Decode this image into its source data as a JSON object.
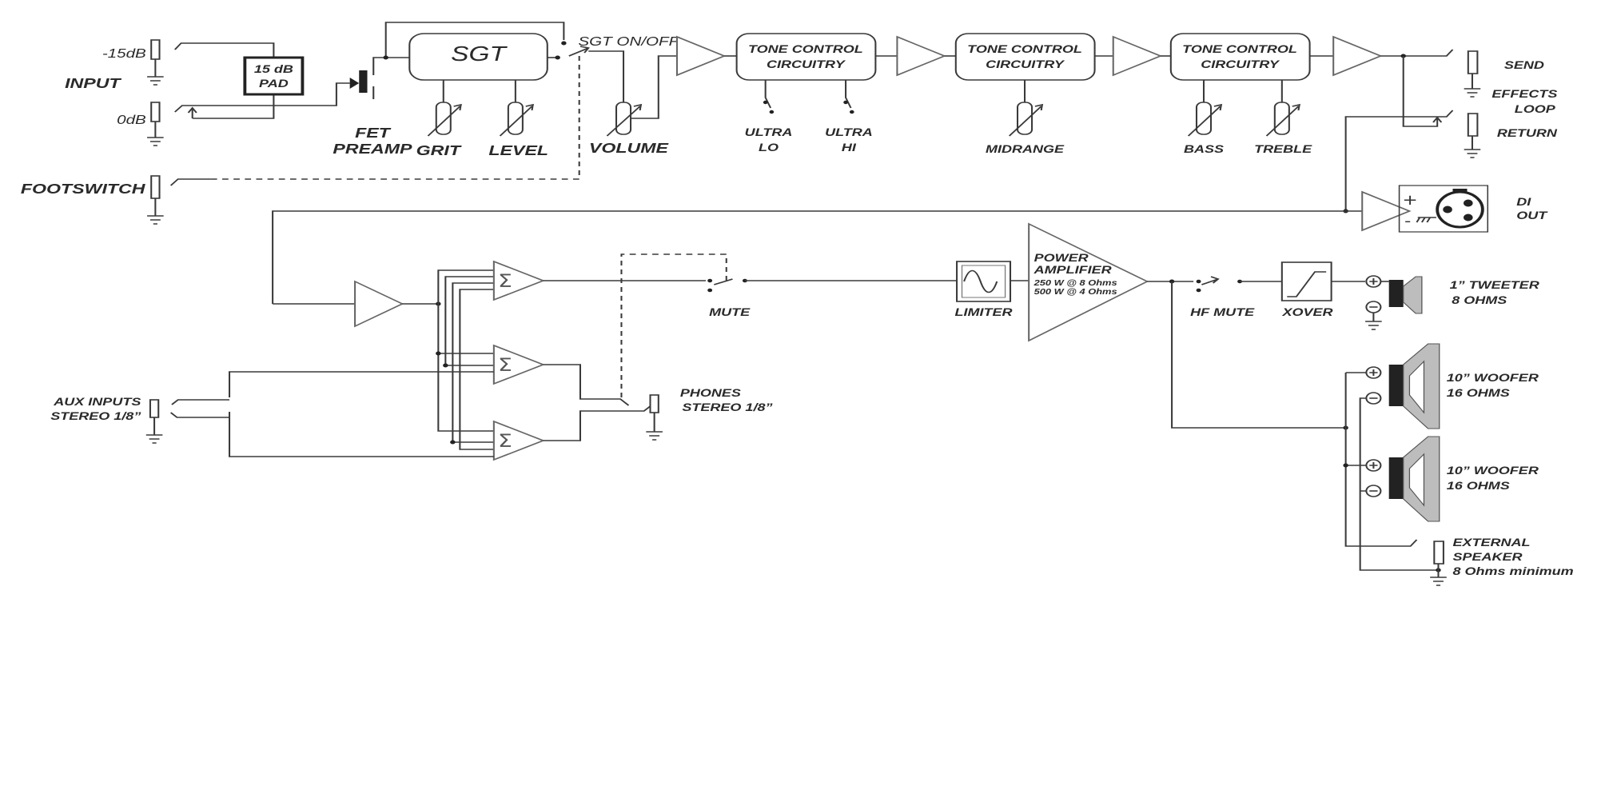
{
  "labels": {
    "input": "INPUT",
    "minus15db": "-15dB",
    "zerodb": "0dB",
    "pad_line1": "15 dB",
    "pad_line2": "PAD",
    "sgt": "SGT",
    "sgt_onoff": "SGT ON/OFF",
    "fet_line1": "FET",
    "fet_line2": "PREAMP",
    "grit": "GRIT",
    "level": "LEVEL",
    "volume": "VOLUME",
    "footswitch": "FOOTSWITCH",
    "tone_line1": "TONE CONTROL",
    "tone_line2": "CIRCUITRY",
    "ultra_lo_line1": "ULTRA",
    "ultra_lo_line2": "LO",
    "ultra_hi_line1": "ULTRA",
    "ultra_hi_line2": "HI",
    "midrange": "MIDRANGE",
    "bass": "BASS",
    "treble": "TREBLE",
    "send": "SEND",
    "effects_line1": "EFFECTS",
    "effects_line2": "LOOP",
    "return": "RETURN",
    "di_line1": "DI",
    "di_line2": "OUT",
    "mute": "MUTE",
    "limiter": "LIMITER",
    "power_line1": "POWER",
    "power_line2": "AMPLIFIER",
    "power_line3": "250 W @ 8 Ohms",
    "power_line4": "500 W @ 4 Ohms",
    "hf_mute": "HF MUTE",
    "xover": "XOVER",
    "tweeter_line1": "1” TWEETER",
    "tweeter_line2": "8 OHMS",
    "woofer1_line1": "10” WOOFER",
    "woofer1_line2": "16 OHMS",
    "woofer2_line1": "10” WOOFER",
    "woofer2_line2": "16 OHMS",
    "ext_line1": "EXTERNAL",
    "ext_line2": "SPEAKER",
    "ext_line3": "8 Ohms minimum",
    "aux_line1": "AUX INPUTS",
    "aux_line2": "STEREO 1/8”",
    "phones_line1": "PHONES",
    "phones_line2": "STEREO 1/8”",
    "plus_sign": "+",
    "minus_sign": "-",
    "sum_symbol": "Σ",
    "circle_plus": "⊕",
    "circle_minus": "⊖"
  }
}
